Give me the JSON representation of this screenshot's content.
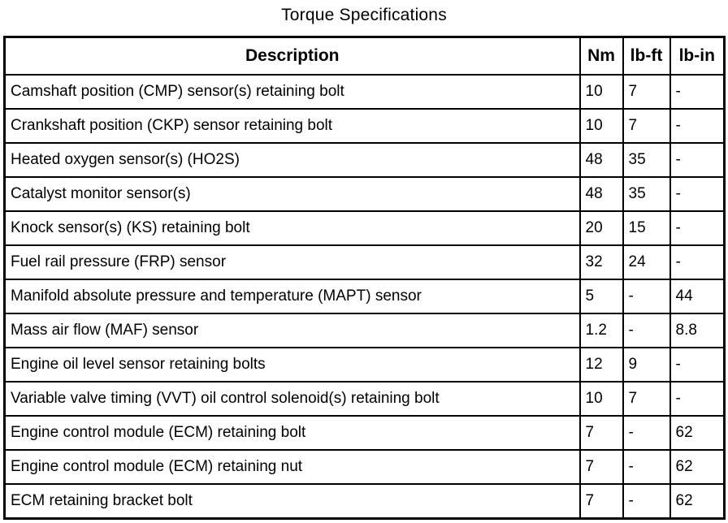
{
  "title": "Torque Specifications",
  "table": {
    "headers": [
      "Description",
      "Nm",
      "lb-ft",
      "lb-in"
    ],
    "rows": [
      {
        "description": "Camshaft position (CMP) sensor(s) retaining bolt",
        "nm": "10",
        "lb_ft": "7",
        "lb_in": "-"
      },
      {
        "description": "Crankshaft position (CKP) sensor retaining bolt",
        "nm": "10",
        "lb_ft": "7",
        "lb_in": "-"
      },
      {
        "description": "Heated oxygen sensor(s) (HO2S)",
        "nm": "48",
        "lb_ft": "35",
        "lb_in": "-"
      },
      {
        "description": "Catalyst monitor sensor(s)",
        "nm": "48",
        "lb_ft": "35",
        "lb_in": "-"
      },
      {
        "description": "Knock sensor(s) (KS) retaining bolt",
        "nm": "20",
        "lb_ft": "15",
        "lb_in": "-"
      },
      {
        "description": "Fuel rail pressure (FRP) sensor",
        "nm": "32",
        "lb_ft": "24",
        "lb_in": "-"
      },
      {
        "description": "Manifold absolute pressure and temperature (MAPT) sensor",
        "nm": "5",
        "lb_ft": "-",
        "lb_in": "44"
      },
      {
        "description": "Mass air flow (MAF) sensor",
        "nm": "1.2",
        "lb_ft": "-",
        "lb_in": "8.8"
      },
      {
        "description": "Engine oil level sensor retaining bolts",
        "nm": "12",
        "lb_ft": "9",
        "lb_in": "-"
      },
      {
        "description": "Variable valve timing (VVT) oil control solenoid(s) retaining bolt",
        "nm": "10",
        "lb_ft": "7",
        "lb_in": "-"
      },
      {
        "description": "Engine control module (ECM) retaining bolt",
        "nm": "7",
        "lb_ft": "-",
        "lb_in": "62"
      },
      {
        "description": "Engine control module (ECM) retaining nut",
        "nm": "7",
        "lb_ft": "-",
        "lb_in": "62"
      },
      {
        "description": "ECM retaining bracket bolt",
        "nm": "7",
        "lb_ft": "-",
        "lb_in": "62"
      }
    ]
  },
  "colors": {
    "border": "#000000",
    "background": "#ffffff",
    "text": "#000000"
  }
}
